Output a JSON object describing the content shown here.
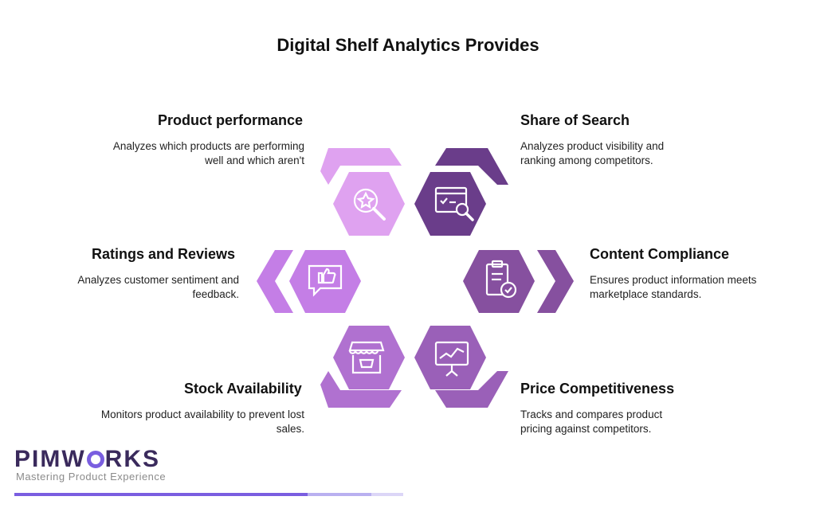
{
  "title": "Digital Shelf Analytics Provides",
  "items": [
    {
      "heading": "Product performance",
      "desc": "Analyzes which products are performing well and which aren't",
      "icon": "star-magnifier-icon",
      "color": "#dfa2f0"
    },
    {
      "heading": "Share of Search",
      "desc": "Analyzes product visibility and ranking among competitors.",
      "icon": "browser-search-icon",
      "color": "#6a3d8a"
    },
    {
      "heading": "Ratings and Reviews",
      "desc": "Analyzes customer sentiment and feedback.",
      "icon": "thumbs-up-chat-icon",
      "color": "#c47ee6"
    },
    {
      "heading": "Content Compliance",
      "desc": "Ensures product information meets marketplace standards.",
      "icon": "clipboard-check-icon",
      "color": "#86509f"
    },
    {
      "heading": "Stock Availability",
      "desc": "Monitors product availability to prevent lost sales.",
      "icon": "store-basket-icon",
      "color": "#b071d0"
    },
    {
      "heading": "Price Competitiveness",
      "desc": "Tracks and compares product pricing against competitors.",
      "icon": "chart-board-icon",
      "color": "#9a60b8"
    }
  ],
  "logo": {
    "brand_left": "PIM",
    "brand_right": "RKS",
    "brand_w": "W",
    "tagline": "Mastering Product Experience"
  },
  "colors": {
    "bar_primary": "#7a5ee0",
    "bar_secondary": "#b9b0f0",
    "bar_light": "#dcd6f7"
  }
}
